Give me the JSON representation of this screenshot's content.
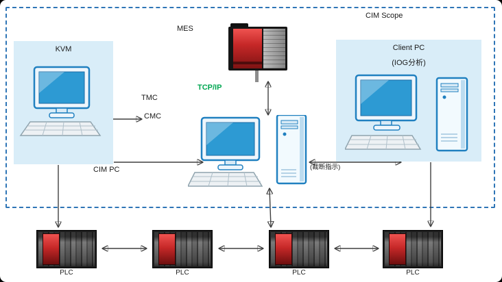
{
  "scope": {
    "label": "CIM Scope"
  },
  "nodes": {
    "kvm": {
      "label": "KVM"
    },
    "mes": {
      "label": "MES"
    },
    "cim_pc": {
      "label": "CIM PC"
    },
    "client_pc": {
      "label": "Client PC",
      "sublabel": "(IOG分析)"
    }
  },
  "edges": {
    "protocol": "TCP/IP",
    "tmc": "TMC",
    "cmc": "CMC",
    "cim_to_client_note": "(裁断指示)"
  },
  "plcs": [
    {
      "label": "PLC"
    },
    {
      "label": "PLC"
    },
    {
      "label": "PLC"
    },
    {
      "label": "PLC"
    }
  ],
  "icons": {
    "kvm": "kvm-computer-icon",
    "mes": "mes-server-icon",
    "cim_pc": "cim-pc-computer-icon",
    "client_pc": "client-pc-computer-icon",
    "plc": "plc-unit-photo"
  },
  "colors": {
    "scope_border": "#2e75b6",
    "zone_fill": "#d9edf8",
    "protocol_green": "#00a651",
    "arrow_gray": "#3f3f3f",
    "server_red": "#c62828",
    "pc_blue": "#2080c0"
  }
}
